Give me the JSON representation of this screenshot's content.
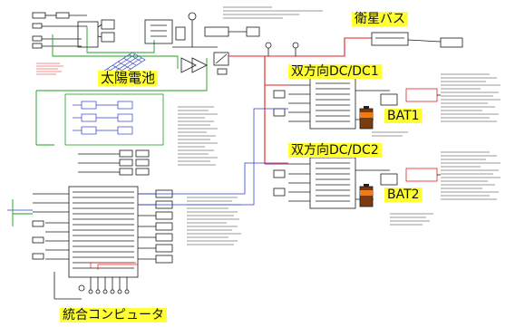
{
  "labels": {
    "solar_cell": "太陽電池",
    "satellite_bus": "衛星バス",
    "dcdc1": "双方向DC/DC1",
    "dcdc2": "双方向DC/DC2",
    "bat1": "BAT1",
    "bat2": "BAT2",
    "computer": "統合コンピュータ"
  },
  "colors": {
    "wire": "#1a1a1a",
    "bus_wire": "#e02020",
    "control_wire": "#1e9e1e",
    "signal_wire": "#2f3fd0",
    "label_bg": "#ffff33"
  }
}
